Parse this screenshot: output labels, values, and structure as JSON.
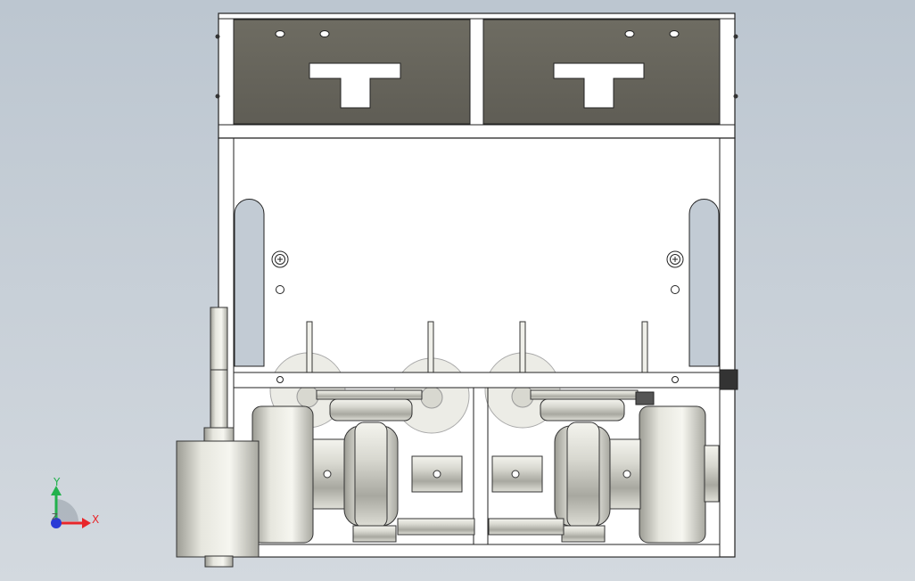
{
  "viewport": {
    "background_top": "#bcc6d0",
    "background_bottom": "#d3d9df"
  },
  "triad": {
    "y_label": "Y",
    "x_label": "X",
    "z_label": "Z",
    "y_color": "#22b14c",
    "x_color": "#e8262a",
    "z_color": "#2a3bd6"
  },
  "model": {
    "plate_color": "#6a685e",
    "frame_color": "#ffffff",
    "metal_light": "#e8e8e0",
    "metal_dark": "#8c8c84"
  }
}
